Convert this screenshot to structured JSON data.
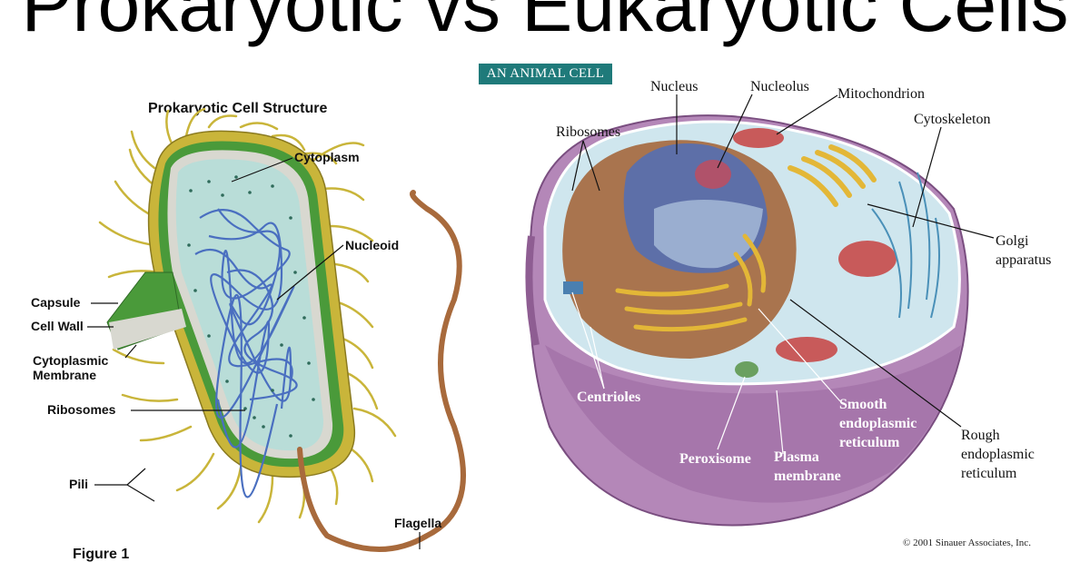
{
  "title": "Prokaryotic vs Eukaryotic Cells",
  "prokaryote": {
    "heading": "Prokaryotic Cell Structure",
    "caption": "Figure 1",
    "labels": {
      "cytoplasm": "Cytoplasm",
      "nucleoid": "Nucleoid",
      "capsule": "Capsule",
      "cell_wall": "Cell Wall",
      "cytoplasmic_membrane_1": "Cytoplasmic",
      "cytoplasmic_membrane_2": "Membrane",
      "ribosomes": "Ribosomes",
      "pili": "Pili",
      "flagella": "Flagella"
    }
  },
  "eukaryote": {
    "badge": "AN ANIMAL CELL",
    "labels": {
      "nucleus": "Nucleus",
      "nucleolus": "Nucleolus",
      "mitochondrion": "Mitochondrion",
      "cytoskeleton": "Cytoskeleton",
      "ribosomes": "Ribosomes",
      "golgi_1": "Golgi",
      "golgi_2": "apparatus",
      "centrioles": "Centrioles",
      "smooth_er_1": "Smooth",
      "smooth_er_2": "endoplasmic",
      "smooth_er_3": "reticulum",
      "rough_er_1": "Rough",
      "rough_er_2": "endoplasmic",
      "rough_er_3": "reticulum",
      "peroxisome": "Peroxisome",
      "plasma_membrane_1": "Plasma",
      "plasma_membrane_2": "membrane"
    },
    "copyright": "© 2001 Sinauer Associates, Inc."
  },
  "colors": {
    "badge": "#1f7a7a",
    "capsule_yellow": "#c9b53a",
    "cell_wall_green": "#4a9a3a",
    "cytoplasm_teal": "#b9ddd8",
    "dna_blue": "#4a6fc0",
    "flagellum_brown": "#a86a3c",
    "animal_cell_purple": "#b487b8",
    "cytosol_blue": "#cfe6ee",
    "nucleus_brown": "#a4673c",
    "golgi_yellow": "#e3b737",
    "mito_red": "#c85a5a"
  }
}
